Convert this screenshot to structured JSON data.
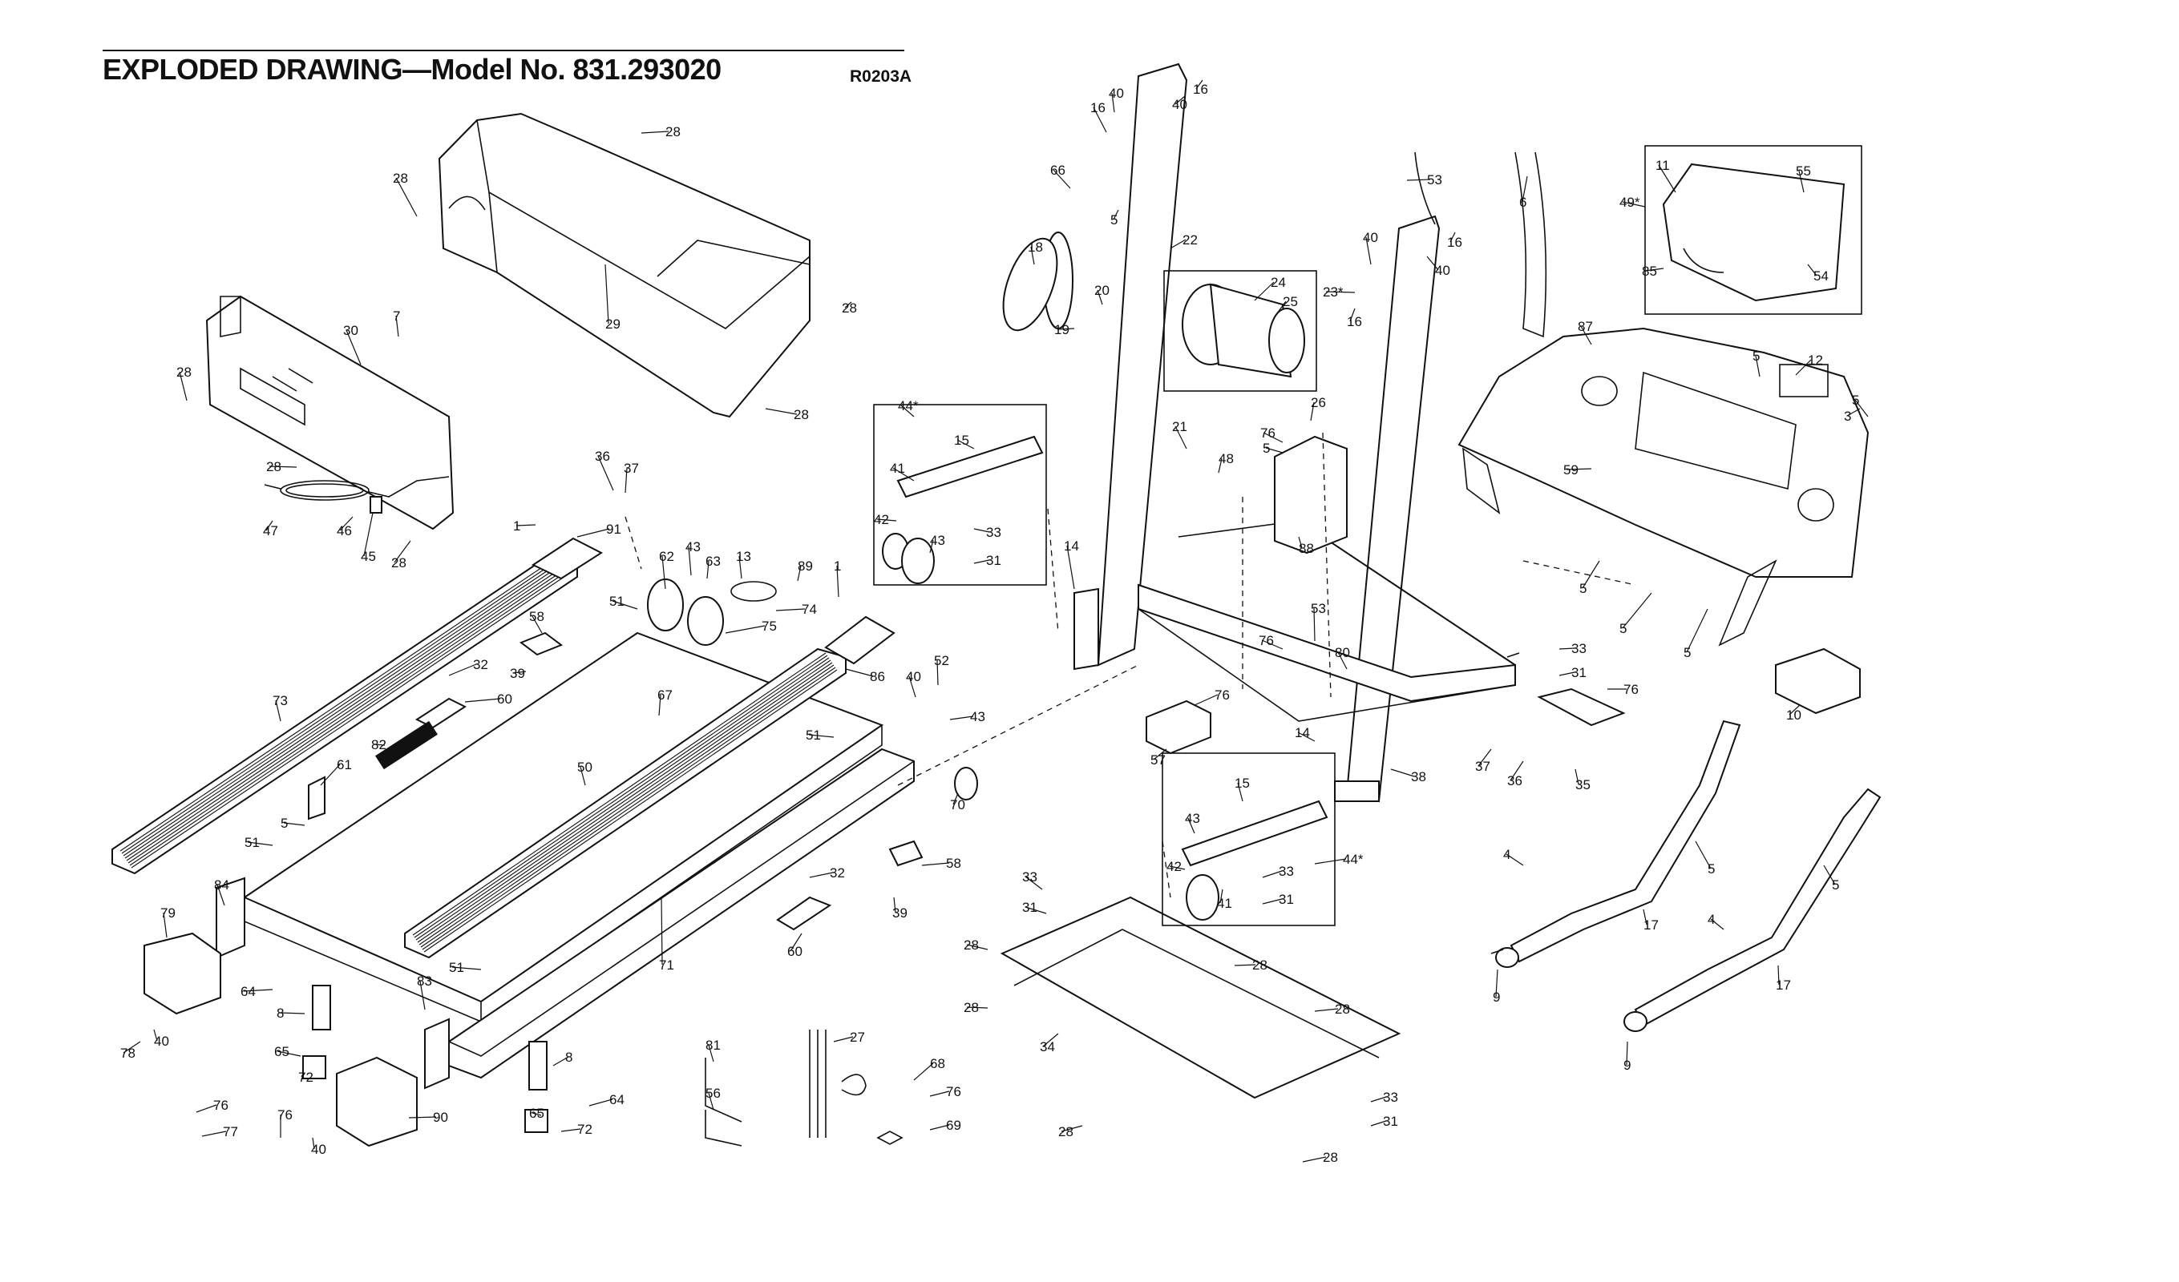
{
  "header": {
    "title": "EXPLODED DRAWING—Model No. 831.293020",
    "drawing_code": "R0203A"
  },
  "callouts": [
    {
      "id": "c1",
      "text": "28"
    },
    {
      "id": "c2",
      "text": "28"
    },
    {
      "id": "c3",
      "text": "28"
    },
    {
      "id": "c4",
      "text": "28"
    },
    {
      "id": "c5",
      "text": "29"
    },
    {
      "id": "c6",
      "text": "30"
    },
    {
      "id": "c7",
      "text": "7"
    },
    {
      "id": "c8",
      "text": "28"
    },
    {
      "id": "c9",
      "text": "28"
    },
    {
      "id": "c10",
      "text": "47"
    },
    {
      "id": "c11",
      "text": "46"
    },
    {
      "id": "c12",
      "text": "45"
    },
    {
      "id": "c13",
      "text": "28"
    },
    {
      "id": "c14",
      "text": "36"
    },
    {
      "id": "c15",
      "text": "37"
    },
    {
      "id": "c16",
      "text": "1"
    },
    {
      "id": "c17",
      "text": "91"
    },
    {
      "id": "c18",
      "text": "62"
    },
    {
      "id": "c19",
      "text": "43"
    },
    {
      "id": "c20",
      "text": "63"
    },
    {
      "id": "c21",
      "text": "13"
    },
    {
      "id": "c22",
      "text": "89"
    },
    {
      "id": "c23",
      "text": "1"
    },
    {
      "id": "c24",
      "text": "74"
    },
    {
      "id": "c25",
      "text": "51"
    },
    {
      "id": "c26",
      "text": "75"
    },
    {
      "id": "c27",
      "text": "58"
    },
    {
      "id": "c28",
      "text": "39"
    },
    {
      "id": "c29",
      "text": "32"
    },
    {
      "id": "c30",
      "text": "60"
    },
    {
      "id": "c31",
      "text": "86"
    },
    {
      "id": "c32",
      "text": "73"
    },
    {
      "id": "c33",
      "text": "67"
    },
    {
      "id": "c34",
      "text": "52"
    },
    {
      "id": "c35",
      "text": "40"
    },
    {
      "id": "c36",
      "text": "43"
    },
    {
      "id": "c37",
      "text": "82"
    },
    {
      "id": "c38",
      "text": "61"
    },
    {
      "id": "c39",
      "text": "51"
    },
    {
      "id": "c40",
      "text": "50"
    },
    {
      "id": "c41",
      "text": "5"
    },
    {
      "id": "c42",
      "text": "51"
    },
    {
      "id": "c43",
      "text": "70"
    },
    {
      "id": "c44",
      "text": "84"
    },
    {
      "id": "c45",
      "text": "58"
    },
    {
      "id": "c46",
      "text": "32"
    },
    {
      "id": "c47",
      "text": "39"
    },
    {
      "id": "c48",
      "text": "79"
    },
    {
      "id": "c49",
      "text": "71"
    },
    {
      "id": "c50",
      "text": "60"
    },
    {
      "id": "c51",
      "text": "64"
    },
    {
      "id": "c52",
      "text": "8"
    },
    {
      "id": "c53",
      "text": "51"
    },
    {
      "id": "c54",
      "text": "83"
    },
    {
      "id": "c55",
      "text": "78"
    },
    {
      "id": "c56",
      "text": "40"
    },
    {
      "id": "c57",
      "text": "65"
    },
    {
      "id": "c58",
      "text": "72"
    },
    {
      "id": "c59",
      "text": "8"
    },
    {
      "id": "c60",
      "text": "76"
    },
    {
      "id": "c61",
      "text": "77"
    },
    {
      "id": "c62",
      "text": "76"
    },
    {
      "id": "c63",
      "text": "40"
    },
    {
      "id": "c64",
      "text": "90"
    },
    {
      "id": "c65",
      "text": "65"
    },
    {
      "id": "c66",
      "text": "64"
    },
    {
      "id": "c67",
      "text": "72"
    },
    {
      "id": "c68",
      "text": "81"
    },
    {
      "id": "c69",
      "text": "56"
    },
    {
      "id": "c70",
      "text": "27"
    },
    {
      "id": "c71",
      "text": "68"
    },
    {
      "id": "c72",
      "text": "76"
    },
    {
      "id": "c73",
      "text": "69"
    },
    {
      "id": "c74",
      "text": "44*"
    },
    {
      "id": "c75",
      "text": "15"
    },
    {
      "id": "c76",
      "text": "41"
    },
    {
      "id": "c77",
      "text": "42"
    },
    {
      "id": "c78",
      "text": "43"
    },
    {
      "id": "c79",
      "text": "33"
    },
    {
      "id": "c80",
      "text": "31"
    },
    {
      "id": "c81",
      "text": "16"
    },
    {
      "id": "c82",
      "text": "40"
    },
    {
      "id": "c83",
      "text": "40"
    },
    {
      "id": "c84",
      "text": "16"
    },
    {
      "id": "c85",
      "text": "66"
    },
    {
      "id": "c86",
      "text": "5"
    },
    {
      "id": "c87",
      "text": "18"
    },
    {
      "id": "c88",
      "text": "22"
    },
    {
      "id": "c89",
      "text": "20"
    },
    {
      "id": "c90",
      "text": "19"
    },
    {
      "id": "c91",
      "text": "24"
    },
    {
      "id": "c92",
      "text": "25"
    },
    {
      "id": "c93",
      "text": "23*"
    },
    {
      "id": "c94",
      "text": "16"
    },
    {
      "id": "c95",
      "text": "40"
    },
    {
      "id": "c96",
      "text": "16"
    },
    {
      "id": "c97",
      "text": "40"
    },
    {
      "id": "c98",
      "text": "53"
    },
    {
      "id": "c99",
      "text": "6"
    },
    {
      "id": "c100",
      "text": "26"
    },
    {
      "id": "c101",
      "text": "21"
    },
    {
      "id": "c102",
      "text": "48"
    },
    {
      "id": "c103",
      "text": "76"
    },
    {
      "id": "c104",
      "text": "5"
    },
    {
      "id": "c105",
      "text": "88"
    },
    {
      "id": "c106",
      "text": "14"
    },
    {
      "id": "c107",
      "text": "53"
    },
    {
      "id": "c108",
      "text": "76"
    },
    {
      "id": "c109",
      "text": "80"
    },
    {
      "id": "c110",
      "text": "76"
    },
    {
      "id": "c111",
      "text": "57"
    },
    {
      "id": "c112",
      "text": "14"
    },
    {
      "id": "c113",
      "text": "38"
    },
    {
      "id": "c114",
      "text": "37"
    },
    {
      "id": "c115",
      "text": "36"
    },
    {
      "id": "c116",
      "text": "44*"
    },
    {
      "id": "c117",
      "text": "15"
    },
    {
      "id": "c118",
      "text": "43"
    },
    {
      "id": "c119",
      "text": "42"
    },
    {
      "id": "c120",
      "text": "33"
    },
    {
      "id": "c121",
      "text": "41"
    },
    {
      "id": "c122",
      "text": "31"
    },
    {
      "id": "c123",
      "text": "33"
    },
    {
      "id": "c124",
      "text": "31"
    },
    {
      "id": "c125",
      "text": "28"
    },
    {
      "id": "c126",
      "text": "28"
    },
    {
      "id": "c127",
      "text": "28"
    },
    {
      "id": "c128",
      "text": "28"
    },
    {
      "id": "c129",
      "text": "34"
    },
    {
      "id": "c130",
      "text": "33"
    },
    {
      "id": "c131",
      "text": "31"
    },
    {
      "id": "c132",
      "text": "28"
    },
    {
      "id": "c133",
      "text": "28"
    },
    {
      "id": "c134",
      "text": "11"
    },
    {
      "id": "c135",
      "text": "55"
    },
    {
      "id": "c136",
      "text": "49*"
    },
    {
      "id": "c137",
      "text": "85"
    },
    {
      "id": "c138",
      "text": "54"
    },
    {
      "id": "c139",
      "text": "87"
    },
    {
      "id": "c140",
      "text": "5"
    },
    {
      "id": "c141",
      "text": "12"
    },
    {
      "id": "c142",
      "text": "5"
    },
    {
      "id": "c143",
      "text": "3"
    },
    {
      "id": "c144",
      "text": "59"
    },
    {
      "id": "c145",
      "text": "5"
    },
    {
      "id": "c146",
      "text": "5"
    },
    {
      "id": "c147",
      "text": "5"
    },
    {
      "id": "c148",
      "text": "33"
    },
    {
      "id": "c149",
      "text": "31"
    },
    {
      "id": "c150",
      "text": "76"
    },
    {
      "id": "c151",
      "text": "35"
    },
    {
      "id": "c152",
      "text": "10"
    },
    {
      "id": "c153",
      "text": "4"
    },
    {
      "id": "c154",
      "text": "5"
    },
    {
      "id": "c155",
      "text": "17"
    },
    {
      "id": "c156",
      "text": "9"
    },
    {
      "id": "c157",
      "text": "4"
    },
    {
      "id": "c158",
      "text": "5"
    },
    {
      "id": "c159",
      "text": "17"
    },
    {
      "id": "c160",
      "text": "9"
    }
  ]
}
